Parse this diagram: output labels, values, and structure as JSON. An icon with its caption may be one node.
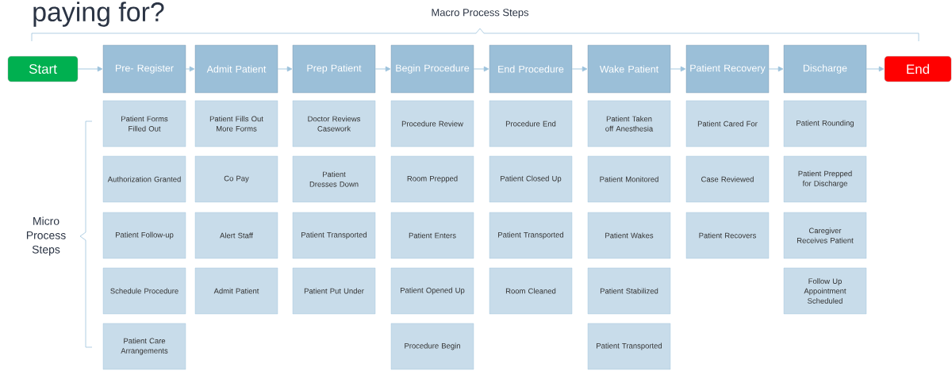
{
  "diagram": {
    "title": "paying for?",
    "nodes": [
      {
        "text": [
          "Start"
        ]
      },
      {
        "text": [
          "Pre- Register"
        ]
      },
      {
        "text": [
          "Admit Patient"
        ]
      },
      {
        "text": [
          "Prep Patient"
        ]
      },
      {
        "text": [
          "Begin Procedure"
        ]
      },
      {
        "text": [
          "End Procedure"
        ]
      },
      {
        "text": [
          "Wake Patient"
        ]
      },
      {
        "text": [
          "Patient Recovery"
        ]
      },
      {
        "text": [
          "Discharge"
        ]
      },
      {
        "text": [
          "End"
        ]
      },
      {
        "text": [
          "Patient Forms Filled Out"
        ]
      },
      {
        "text": [
          "Authorization Granted"
        ]
      },
      {
        "text": [
          "Patient Follow-up"
        ]
      },
      {
        "text": [
          "Schedule Procedure"
        ]
      },
      {
        "text": [
          "Patient Care Arrangements"
        ]
      },
      {
        "text": [
          "Patient Fills Out More Forms"
        ]
      },
      {
        "text": [
          "Co Pay"
        ]
      },
      {
        "text": [
          "Alert Staff"
        ]
      },
      {
        "text": [
          "Admit Patient"
        ]
      },
      {
        "text": [
          "Doctor Reviews Casework"
        ]
      },
      {
        "text": [
          "Patient Dresses Down"
        ]
      },
      {
        "text": [
          "Patient Transported"
        ]
      },
      {
        "text": [
          "Patient Put Under"
        ]
      },
      {
        "text": [
          "Procedure Review"
        ]
      },
      {
        "text": [
          "Room Prepped"
        ]
      },
      {
        "text": [
          "Patient Enters"
        ]
      },
      {
        "text": [
          "Patient Opened Up"
        ]
      },
      {
        "text": [
          "Procedure Begin"
        ]
      },
      {
        "text": [
          "Procedure End"
        ]
      },
      {
        "text": [
          "Patient Closed Up"
        ]
      },
      {
        "text": [
          "Patient Transported"
        ]
      },
      {
        "text": [
          "Room Cleaned"
        ]
      },
      {
        "text": [
          "Patient Taken off Anesthesia"
        ]
      },
      {
        "text": [
          "Patient Monitored"
        ]
      },
      {
        "text": [
          "Patient Wakes"
        ]
      },
      {
        "text": [
          "Patient Stabilized"
        ]
      },
      {
        "text": [
          "Patient Transported"
        ]
      },
      {
        "text": [
          "Patient Cared For"
        ]
      },
      {
        "text": [
          "Case Reviewed"
        ]
      },
      {
        "text": [
          "Patient Recovers"
        ]
      },
      {
        "text": [
          "Patient Rounding"
        ]
      },
      {
        "text": [
          "Patient Prepped for Discharge"
        ]
      },
      {
        "text": [
          "Caregiver Receives Patient"
        ]
      },
      {
        "text": [
          "Follow Up Appointment Scheduled"
        ]
      }
    ],
    "edges": [
      {
        "from": 0,
        "to": 1,
        "arrow": "to"
      },
      {
        "from": 1,
        "to": 2,
        "arrow": "to"
      },
      {
        "from": 2,
        "to": 3,
        "arrow": "to"
      },
      {
        "from": 3,
        "to": 4,
        "arrow": "to"
      },
      {
        "from": 4,
        "to": 5,
        "arrow": "to"
      },
      {
        "from": 5,
        "to": 6,
        "arrow": "to"
      },
      {
        "from": 6,
        "to": 7,
        "arrow": "to"
      },
      {
        "from": 7,
        "to": 8,
        "arrow": "to"
      },
      {
        "from": 8,
        "to": 9,
        "arrow": "to"
      }
    ],
    "labels": [
      "Macro Process Steps",
      "Micro Process Steps"
    ]
  }
}
